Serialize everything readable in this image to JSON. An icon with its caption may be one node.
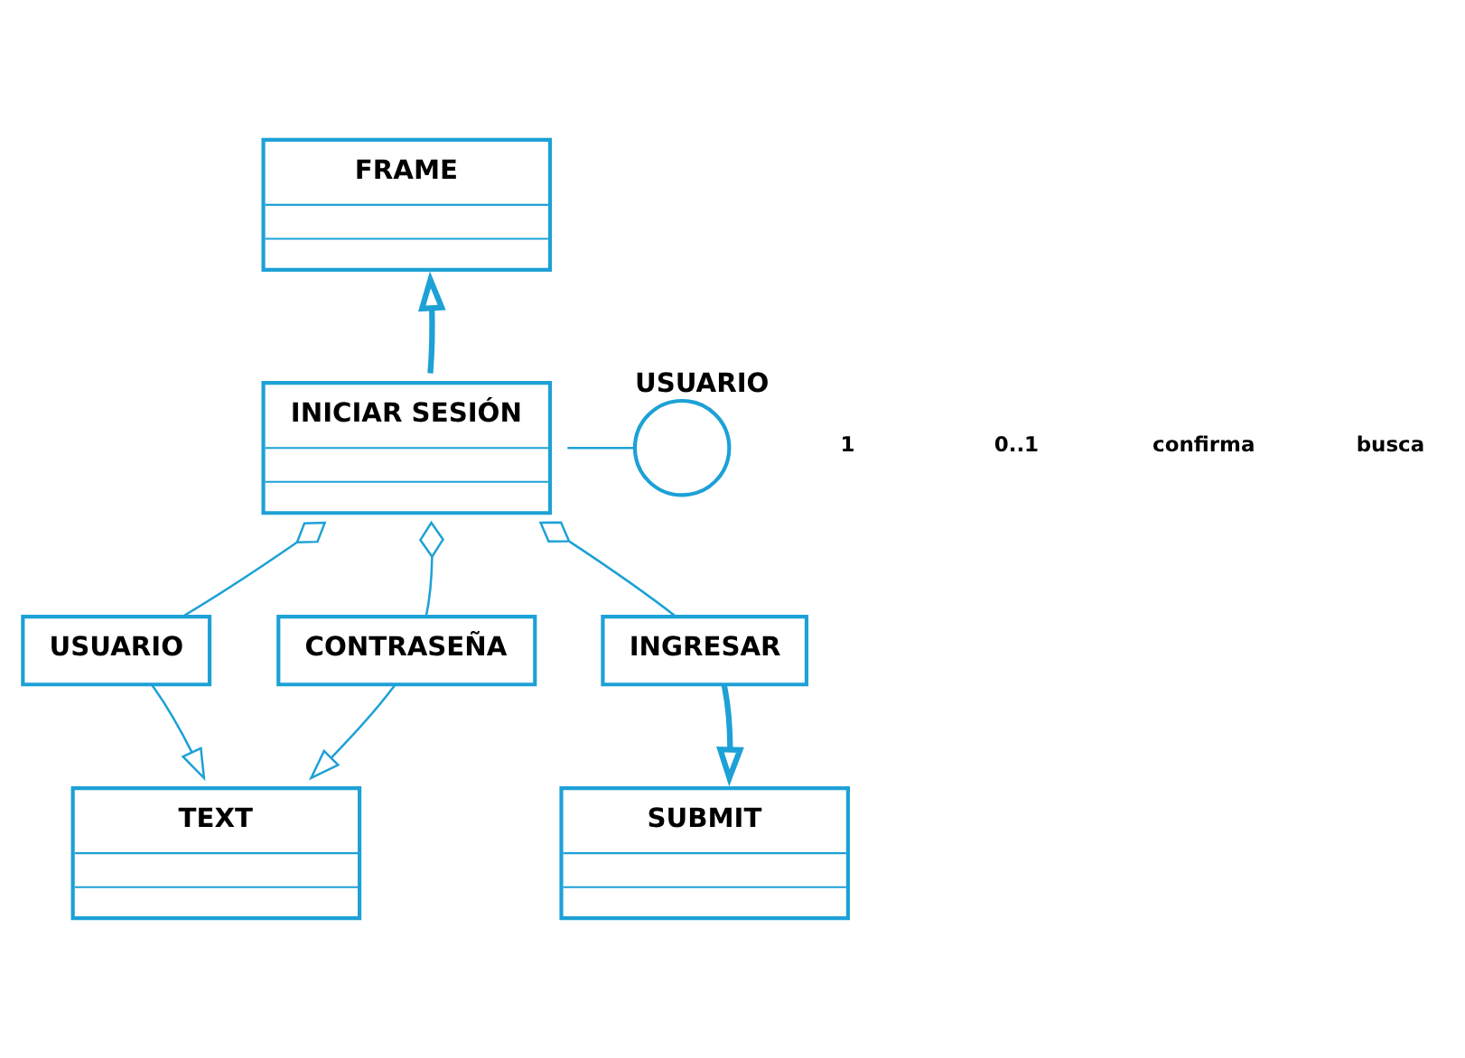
{
  "diagram": {
    "nodes": [
      {
        "text": [
          "FRAME"
        ]
      },
      {
        "text": [
          "INICIAR SESIÓN"
        ]
      },
      {
        "text": [
          "USUARIO"
        ]
      },
      {
        "text": [
          "USUARIO"
        ]
      },
      {
        "text": [
          "CONTRASEÑA"
        ]
      },
      {
        "text": [
          "INGRESAR"
        ]
      },
      {
        "text": [
          "TEXT"
        ]
      },
      {
        "text": [
          "SUBMIT"
        ]
      }
    ],
    "edges": [
      {
        "from": 1,
        "to": 0,
        "arrow": "to",
        "style": "thick"
      },
      {
        "from": 1,
        "to": 2,
        "arrow": "none"
      },
      {
        "from": 3,
        "to": 1,
        "arrow": "other"
      },
      {
        "from": 4,
        "to": 1,
        "arrow": "other"
      },
      {
        "from": 5,
        "to": 1,
        "arrow": "other"
      },
      {
        "from": 3,
        "to": 6,
        "arrow": "to"
      },
      {
        "from": 4,
        "to": 6,
        "arrow": "to"
      },
      {
        "from": 5,
        "to": 7,
        "arrow": "to",
        "style": "thick"
      }
    ],
    "labels": [
      "1",
      "0..1",
      "confirma",
      "busca"
    ]
  }
}
